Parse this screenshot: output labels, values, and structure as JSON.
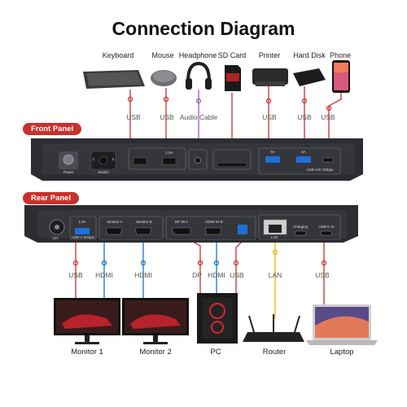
{
  "title": "Connection Diagram",
  "front_panel": {
    "tag": "Front Panel",
    "top_devices": [
      {
        "name": "Keyboard",
        "icon": "keyboard-icon",
        "cable": "USB"
      },
      {
        "name": "Mouse",
        "icon": "mouse-icon",
        "cable": "USB"
      },
      {
        "name": "Headphone",
        "icon": "headphone-icon",
        "cable": "Audio Cable"
      },
      {
        "name": "SD Card",
        "icon": "sd-card-icon",
        "cable": ""
      },
      {
        "name": "Printer",
        "icon": "printer-icon",
        "cable": "USB"
      },
      {
        "name": "Hard Disk",
        "icon": "hard-disk-icon",
        "cable": "USB"
      },
      {
        "name": "Phone",
        "icon": "phone-icon",
        "cable": "USB"
      }
    ],
    "labels": {
      "power": "Power",
      "switch": "Switch",
      "sw1": "1",
      "sw2": "2",
      "port_a": "5A",
      "port_b": "5A",
      "port_c": "1.5A",
      "usb_ac": "USB-A/C 5Gbps"
    }
  },
  "rear_panel": {
    "tag": "Rear Panel",
    "labels": {
      "dc": "12V",
      "usb_a": "USB-A 5Gbps",
      "monitor_a": "Monitor A",
      "monitor_b": "Monitor B",
      "dp": "DP IN A",
      "hdmi_in": "HDMI IN B",
      "lan": "LAN",
      "charging": "Charging",
      "usbc": "USB-C In",
      "rate": "1.5A"
    }
  },
  "bottom_devices": [
    {
      "name": "Monitor 1",
      "cables": [
        "USB",
        "HDMI"
      ]
    },
    {
      "name": "Monitor 2",
      "cables": [
        "HDMI"
      ]
    },
    {
      "name": "PC",
      "cables": [
        "DP",
        "HDMI",
        "USB"
      ]
    },
    {
      "name": "Router",
      "cables": [
        "LAN"
      ]
    },
    {
      "name": "Laptop",
      "cables": [
        "USB"
      ]
    }
  ],
  "colors": {
    "usb": "#c9302c",
    "hdmi": "#1a73b8",
    "audio": "#9b59b6",
    "lan": "#e8b500",
    "panel": "#2b2d31",
    "accent": "#c9302c"
  }
}
